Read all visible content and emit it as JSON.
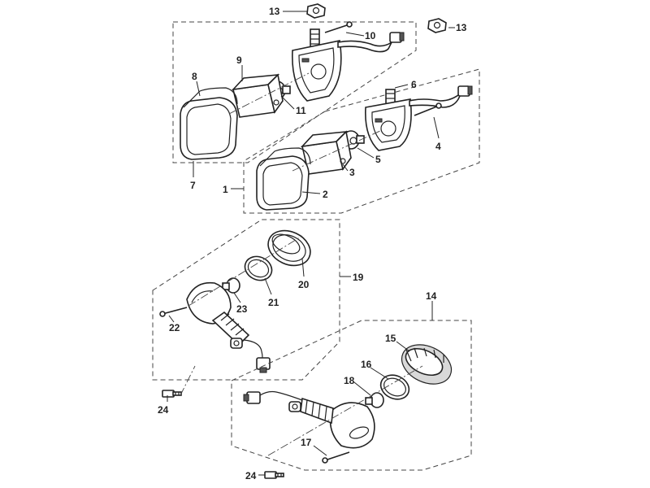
{
  "callouts": {
    "c1": "1",
    "c2": "2",
    "c3": "3",
    "c4": "4",
    "c5": "5",
    "c6": "6",
    "c7": "7",
    "c8": "8",
    "c9": "9",
    "c10": "10",
    "c11": "11",
    "c13a": "13",
    "c13b": "13",
    "c14": "14",
    "c15": "15",
    "c16": "16",
    "c17": "17",
    "c18": "18",
    "c19": "19",
    "c20": "20",
    "c21": "21",
    "c22": "22",
    "c23": "23",
    "c24a": "24",
    "c24b": "24"
  }
}
